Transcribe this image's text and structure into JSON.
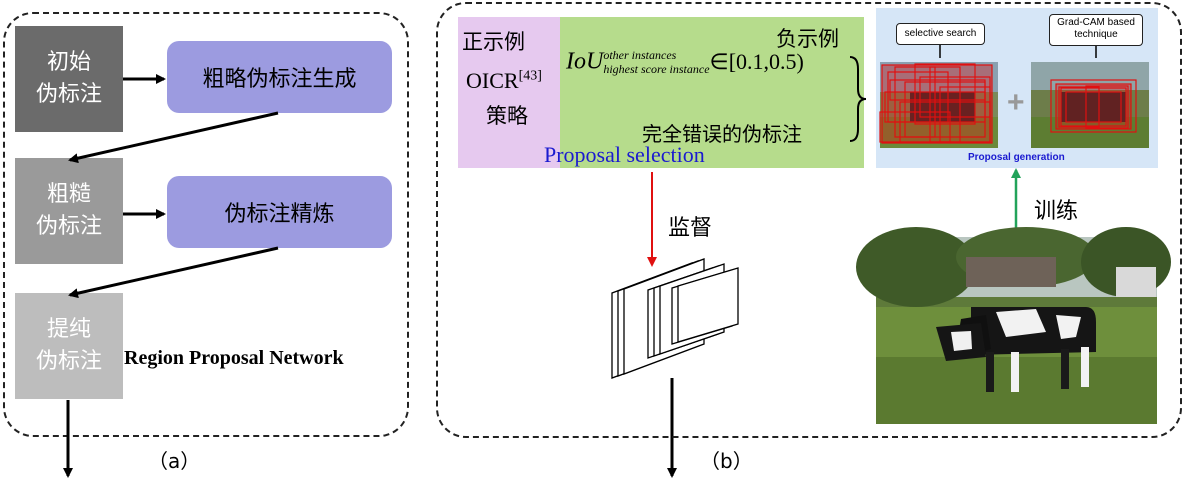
{
  "panel_a": {
    "steps": [
      "初始\n伪标注",
      "粗糙\n伪标注",
      "提纯\n伪标注"
    ],
    "processes": [
      "粗略伪标注生成",
      "伪标注精炼"
    ],
    "rpn_label": "Region Proposal Network",
    "caption": "（a）"
  },
  "panel_b": {
    "positive_title": "正示例",
    "oicr_prefix": "OICR",
    "oicr_ref": "[43]",
    "strategy": "策略",
    "negative_title": "负示例",
    "iou_main": "IoU",
    "iou_sup": "other instances",
    "iou_sub": "highest score instance",
    "iou_range": "∈[0.1,0.5)",
    "wrong_label": "完全错误的伪标注",
    "proposal_selection": "Proposal selection",
    "supervise": "监督",
    "train": "训练",
    "selective_search": "selective search",
    "gradcam": "Grad-CAM based technique",
    "plus": "+",
    "proposal_generation": "Proposal generation",
    "caption": "（b）"
  },
  "colors": {
    "dark_gray": "#6b6b6b",
    "mid_gray": "#9a9a9a",
    "light_gray": "#bdbdbd",
    "purple": "#9c9be0",
    "pink": "#e6c9ef",
    "green": "#b6dc8c",
    "light_blue": "#d6e6f7",
    "red_arrow": "#e01010",
    "green_arrow": "#22a35a",
    "blue_text": "#1a1ad0"
  }
}
